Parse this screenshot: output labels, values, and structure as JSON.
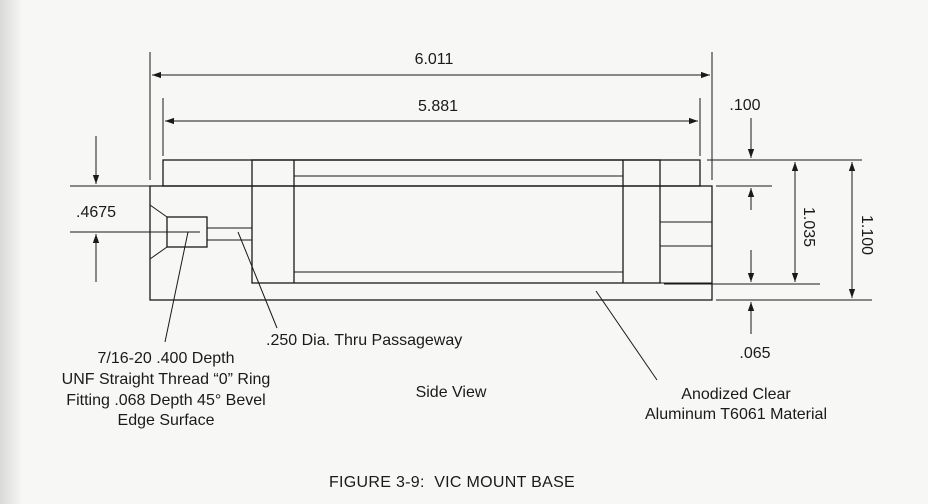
{
  "dimensions": {
    "overall_length": "6.011",
    "inner_length": "5.881",
    "top_step": ".100",
    "port_height": ".4675",
    "inner_height": "1.035",
    "overall_height": "1.100",
    "bottom_step": ".065"
  },
  "callouts": {
    "passageway": ".250 Dia. Thru Passageway",
    "thread_lines": [
      "7/16-20 .400 Depth",
      "UNF Straight Thread “0” Ring",
      "Fitting .068 Depth 45° Bevel",
      "Edge Surface"
    ],
    "view_label": "Side View",
    "material_lines": [
      "Anodized Clear",
      "Aluminum T6061 Material"
    ]
  },
  "caption": "FIGURE 3-9:  VIC MOUNT BASE"
}
